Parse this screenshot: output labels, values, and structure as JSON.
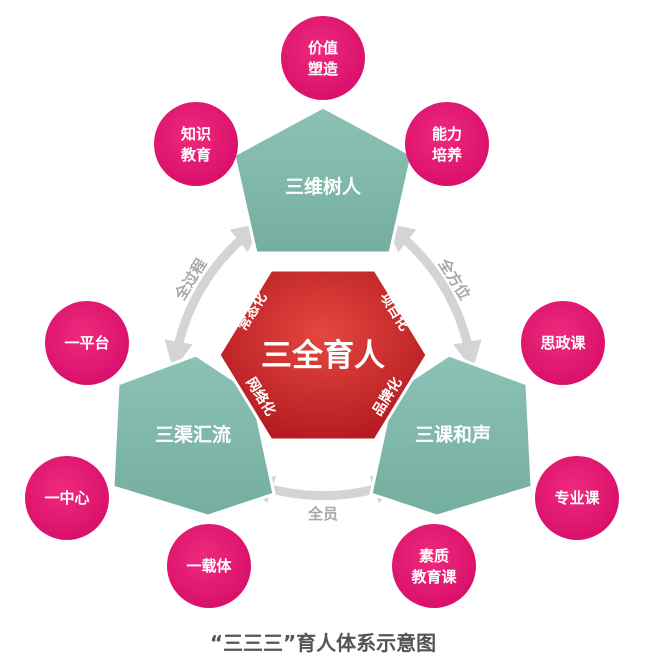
{
  "center": {
    "label": "三全育人"
  },
  "center_sides": {
    "top_left": "常态化",
    "top_right": "项目化",
    "bottom_left": "网络化",
    "bottom_right": "品牌化"
  },
  "pentagons": {
    "top": "三维树人",
    "left": "三渠汇流",
    "right": "三课和声"
  },
  "circles": {
    "value": [
      "价值",
      "塑造"
    ],
    "knowledge": [
      "知识",
      "教育"
    ],
    "ability": [
      "能力",
      "培养"
    ],
    "platform": "一平台",
    "center_one": "一中心",
    "carrier": "一载体",
    "ideology": "思政课",
    "major": "专业课",
    "quality": [
      "素质",
      "教育课"
    ]
  },
  "arrows": {
    "left": "全过程",
    "right": "全方位",
    "bottom": "全员"
  },
  "caption": "“三三三”育人体系示意图",
  "colors": {
    "magenta": "#E0136F",
    "teal": "#7FB8AB",
    "red": "#C62128",
    "arrow": "#D4D4D4",
    "arrow_text": "#A8A8A8",
    "caption": "#555555"
  }
}
